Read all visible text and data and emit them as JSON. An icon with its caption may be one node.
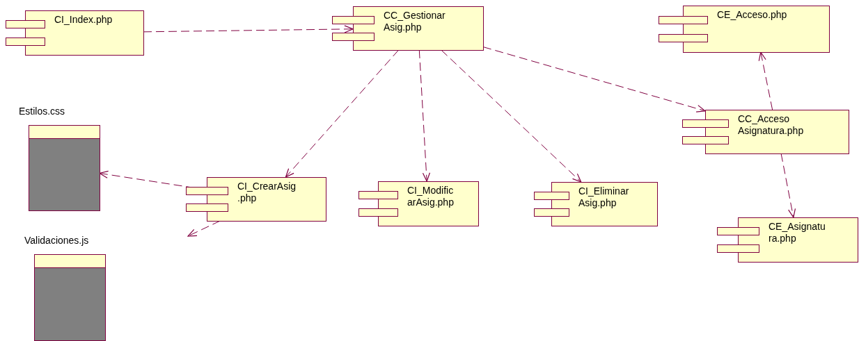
{
  "diagram": {
    "nodes": [
      {
        "text": [
          "CI_Index.php"
        ]
      },
      {
        "text": [
          "CC_Gestionar Asig.php"
        ]
      },
      {
        "text": [
          "CE_Acceso.php"
        ]
      },
      {
        "text": [
          "CC_Acceso Asignatura.php"
        ]
      },
      {
        "text": [
          "Estilos.css"
        ]
      },
      {
        "text": [
          "CI_CrearAsig .php"
        ]
      },
      {
        "text": [
          "CI_Modific arAsig.php"
        ]
      },
      {
        "text": [
          "CI_Eliminar Asig.php"
        ]
      },
      {
        "text": [
          "CE_Asignatu ra.php"
        ]
      },
      {
        "text": [
          "Validaciones.js"
        ]
      }
    ],
    "edges": [
      {
        "from": 0,
        "to": 1,
        "arrow": "to",
        "style": "dashed"
      },
      {
        "from": 1,
        "to": 5,
        "arrow": "to",
        "style": "dashed"
      },
      {
        "from": 1,
        "to": 6,
        "arrow": "to",
        "style": "dashed"
      },
      {
        "from": 1,
        "to": 7,
        "arrow": "to",
        "style": "dashed"
      },
      {
        "from": 1,
        "to": 3,
        "arrow": "to",
        "style": "dashed"
      },
      {
        "from": 3,
        "to": 2,
        "arrow": "to",
        "style": "dashed"
      },
      {
        "from": 3,
        "to": 8,
        "arrow": "to",
        "style": "dashed"
      },
      {
        "from": 5,
        "to": 4,
        "arrow": "to",
        "style": "dashed"
      },
      {
        "from": 5,
        "to": null,
        "arrow": "to",
        "style": "dashed"
      }
    ]
  }
}
